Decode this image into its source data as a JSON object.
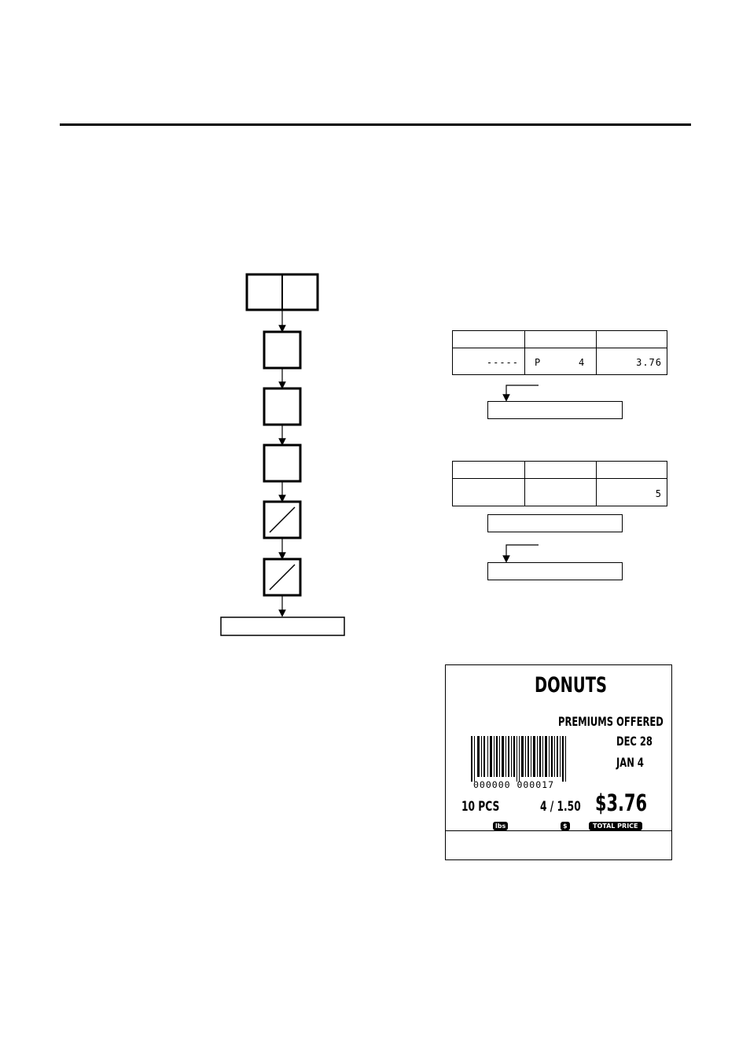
{
  "display_1": {
    "col1": "-----",
    "col2_prefix": "P",
    "col2_value": "4",
    "col3": "3.76"
  },
  "display_2": {
    "col3": "5"
  },
  "label": {
    "product_name": "DONUTS",
    "line_premiums": "PREMIUMS OFFERED",
    "date_1": "DEC 28",
    "date_2": "JAN 4",
    "barcode_digits": "000000 000017",
    "quantity": "10 PCS",
    "unit_price": "4 / 1.50",
    "total_price": "$3.76",
    "tag_lbs": "lbs",
    "tag_dollar": "$",
    "tag_total": "TOTAL PRICE"
  }
}
